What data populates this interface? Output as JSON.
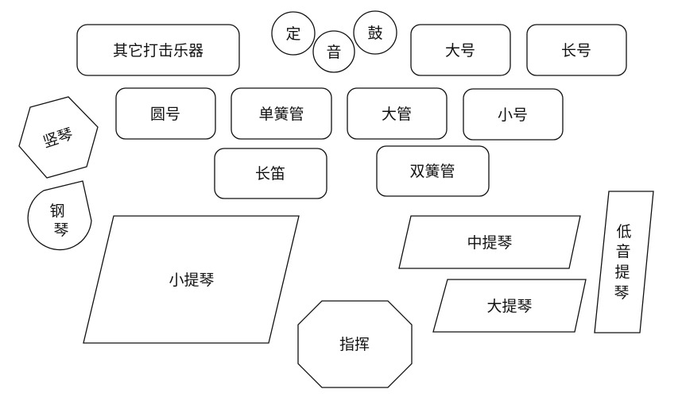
{
  "diagram": {
    "colors": {
      "stroke": "#111111",
      "fill": "#ffffff",
      "text": "#111111"
    },
    "sections": {
      "other_percussion": "其它打击乐器",
      "timpani": [
        "定",
        "音",
        "鼓"
      ],
      "tuba": "大号",
      "trombone": "长号",
      "french_horn": "圆号",
      "clarinet": "单簧管",
      "bassoon": "大管",
      "trumpet": "小号",
      "harp": "竖琴",
      "flute": "长笛",
      "oboe": "双簧管",
      "piano": [
        "钢",
        "琴"
      ],
      "violin": "小提琴",
      "viola": "中提琴",
      "cello": "大提琴",
      "double_bass": [
        "低",
        "音",
        "提",
        "琴"
      ],
      "conductor": "指挥"
    }
  }
}
